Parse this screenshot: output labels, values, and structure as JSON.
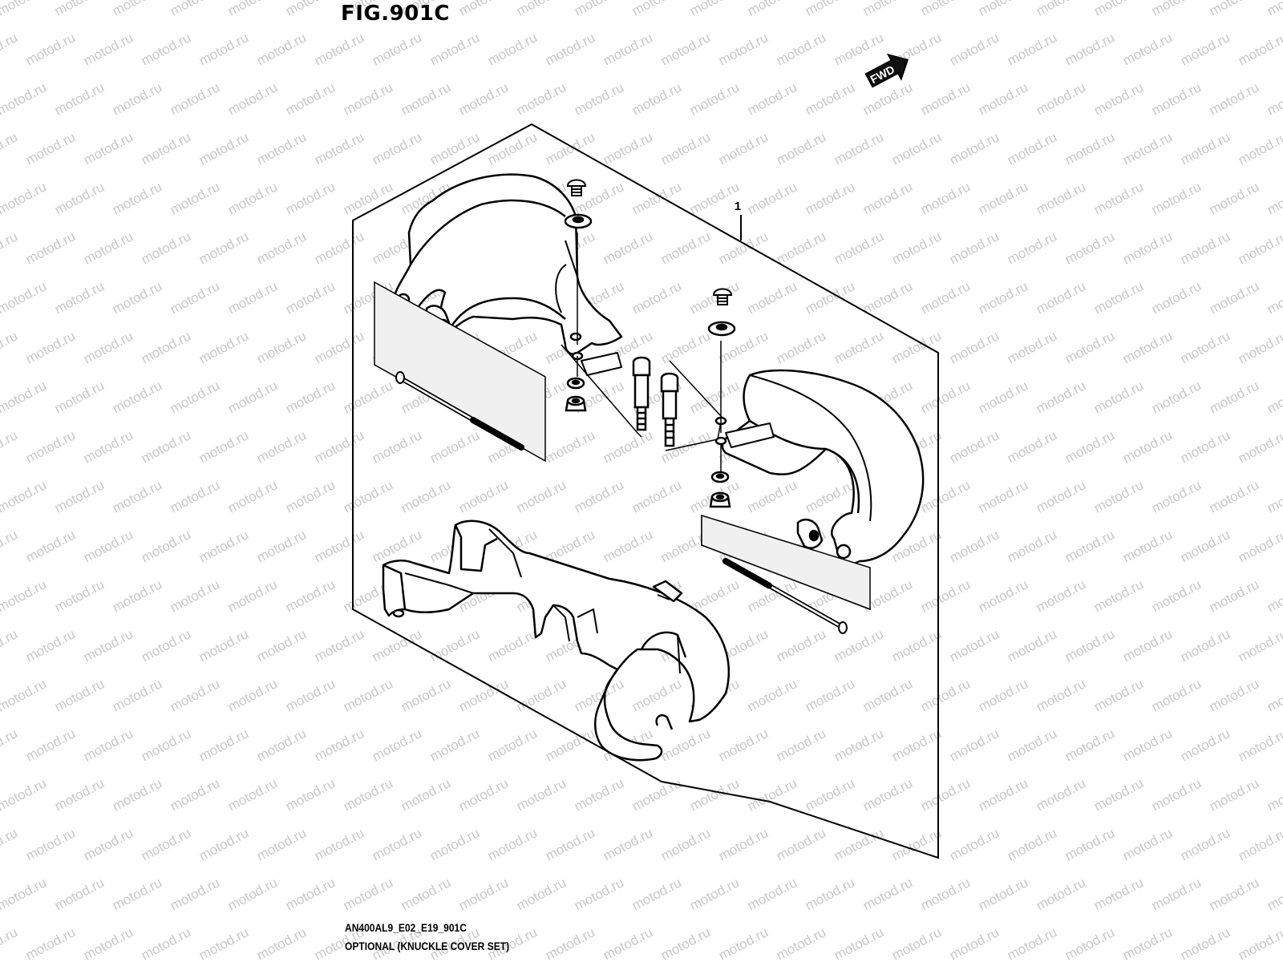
{
  "figure": {
    "title": "FIG.901C",
    "fwd_label": "FWD",
    "callout_1": "1"
  },
  "footer": {
    "model_code": "AN400AL9_E02_E19_901C",
    "caption": "OPTIONAL (KNUCKLE COVER SET)"
  },
  "watermark": {
    "text": "motod.ru",
    "color": "#c8c8c8"
  },
  "colors": {
    "ink": "#000000",
    "paper": "#ffffff",
    "shade": "#e9e9e9"
  },
  "icons": {
    "fwd_arrow": "fwd-arrow-icon"
  }
}
